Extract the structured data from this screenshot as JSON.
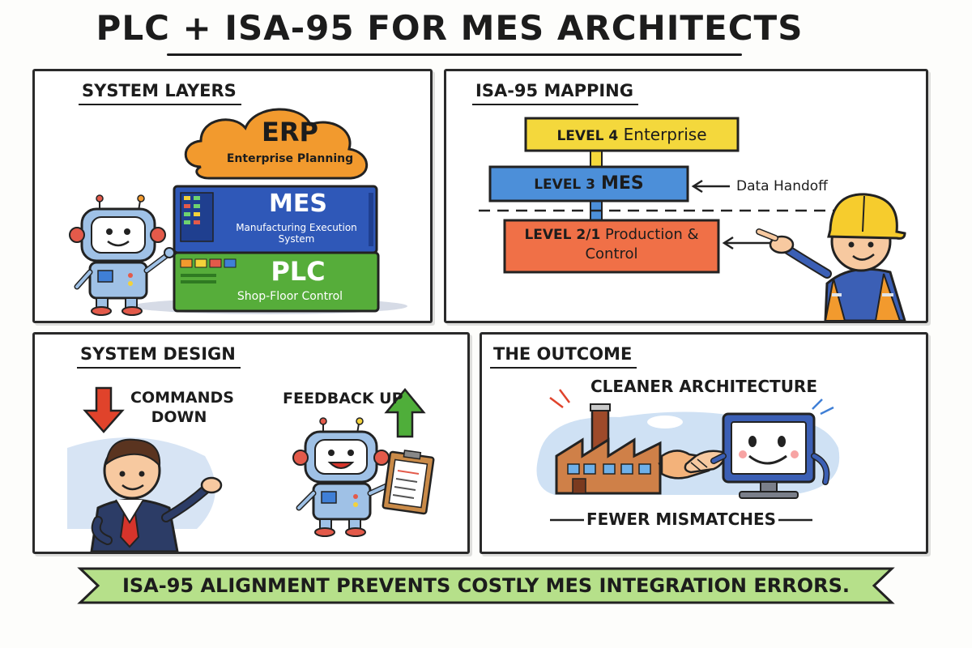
{
  "title": "PLC + ISA-95 FOR MES ARCHITECTS",
  "panels": {
    "layers": {
      "title": "SYSTEM LAYERS",
      "erp": {
        "label": "ERP",
        "sub": "Enterprise Planning",
        "color": "#f29a2e"
      },
      "mes": {
        "label": "MES",
        "sub": "Manufacturing Execution System",
        "color": "#2f58b8"
      },
      "plc": {
        "label": "PLC",
        "sub": "Shop-Floor Control",
        "color": "#56ad3a"
      }
    },
    "mapping": {
      "title": "ISA-95 MAPPING",
      "level4": {
        "prefix": "LEVEL 4",
        "label": "Enterprise",
        "color": "#f4d83c"
      },
      "level3": {
        "prefix": "LEVEL 3",
        "label": "MES",
        "color": "#4c8fd9"
      },
      "level21": {
        "prefix": "LEVEL 2/1",
        "label": "Production &",
        "label2": "Control",
        "color": "#f07047"
      },
      "handoff": "Data Handoff"
    },
    "design": {
      "title": "SYSTEM DESIGN",
      "commands": "COMMANDS",
      "commands2": "DOWN",
      "feedback": "FEEDBACK UP",
      "down_color": "#e0432b",
      "up_color": "#4fae3a"
    },
    "outcome": {
      "title": "THE OUTCOME",
      "cleaner": "CLEANER ARCHITECTURE",
      "fewer": "FEWER MISMATCHES"
    }
  },
  "banner": {
    "text": "ISA-95 ALIGNMENT PREVENTS COSTLY MES INTEGRATION ERRORS.",
    "color": "#b6e08a"
  }
}
